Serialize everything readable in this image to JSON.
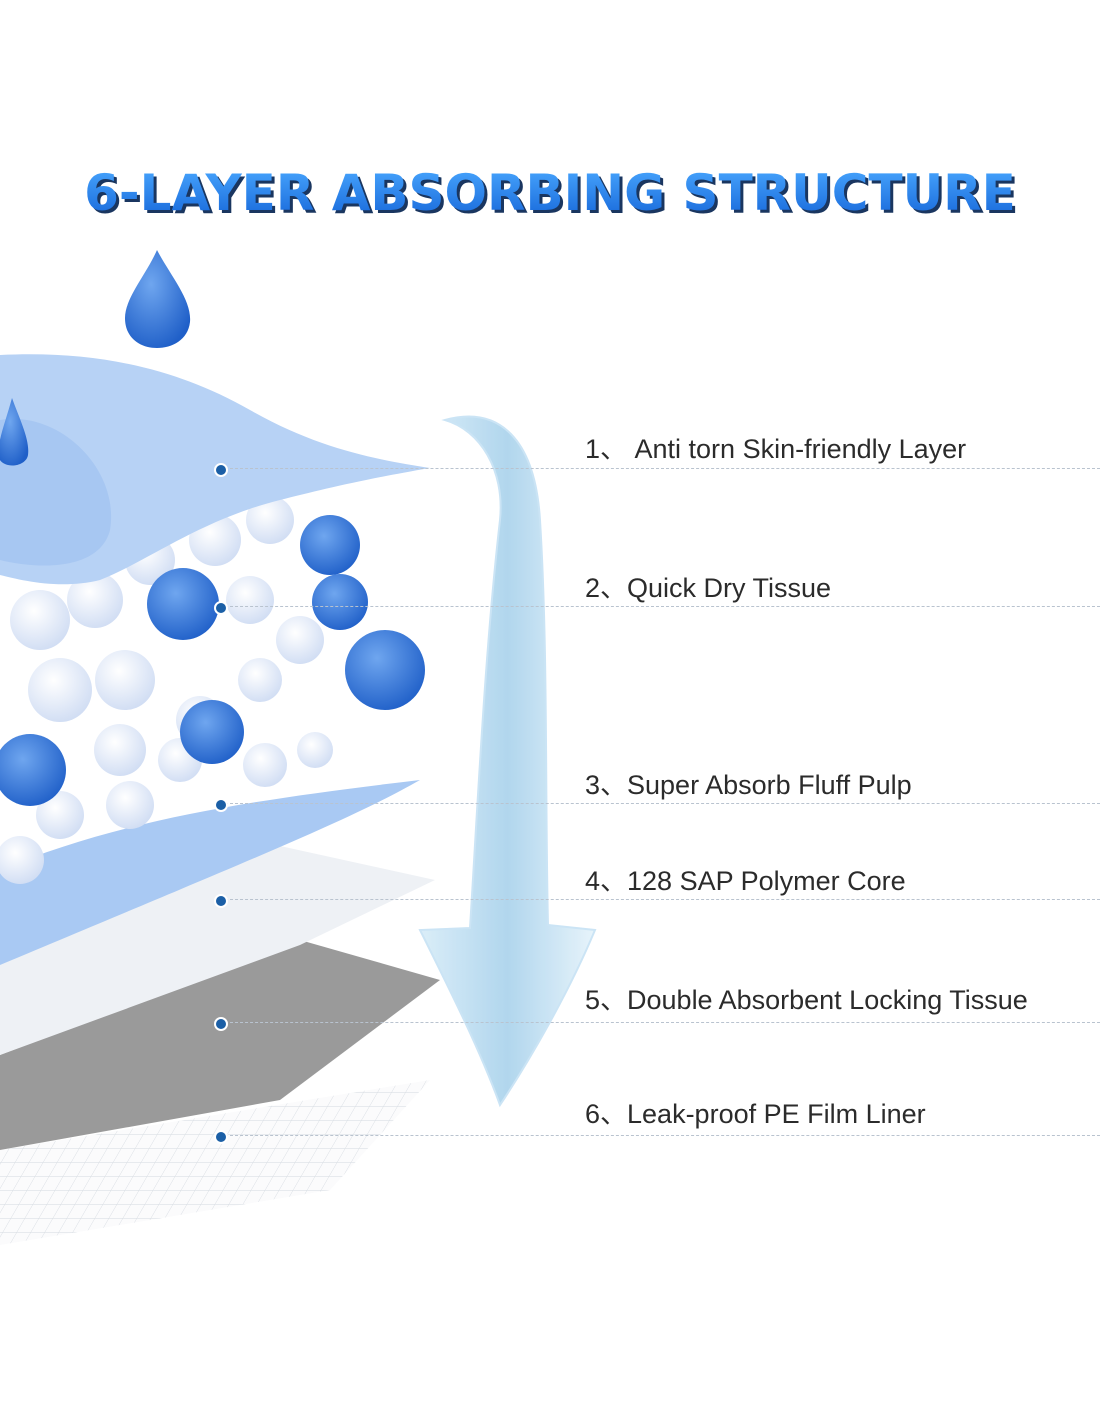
{
  "title": "6-LAYER ABSORBING STRUCTURE",
  "layers": [
    {
      "label": "1、 Anti torn Skin-friendly Layer"
    },
    {
      "label": "2、Quick Dry Tissue"
    },
    {
      "label": "3、Super Absorb Fluff Pulp"
    },
    {
      "label": "4、128 SAP Polymer Core"
    },
    {
      "label": "5、Double Absorbent Locking Tissue"
    },
    {
      "label": "6、Leak-proof PE Film Liner"
    }
  ],
  "colors": {
    "title": "#2a86ee",
    "title_shadow": "#1a3660",
    "dot": "#1b5fa6",
    "line": "#b9c3cf"
  }
}
